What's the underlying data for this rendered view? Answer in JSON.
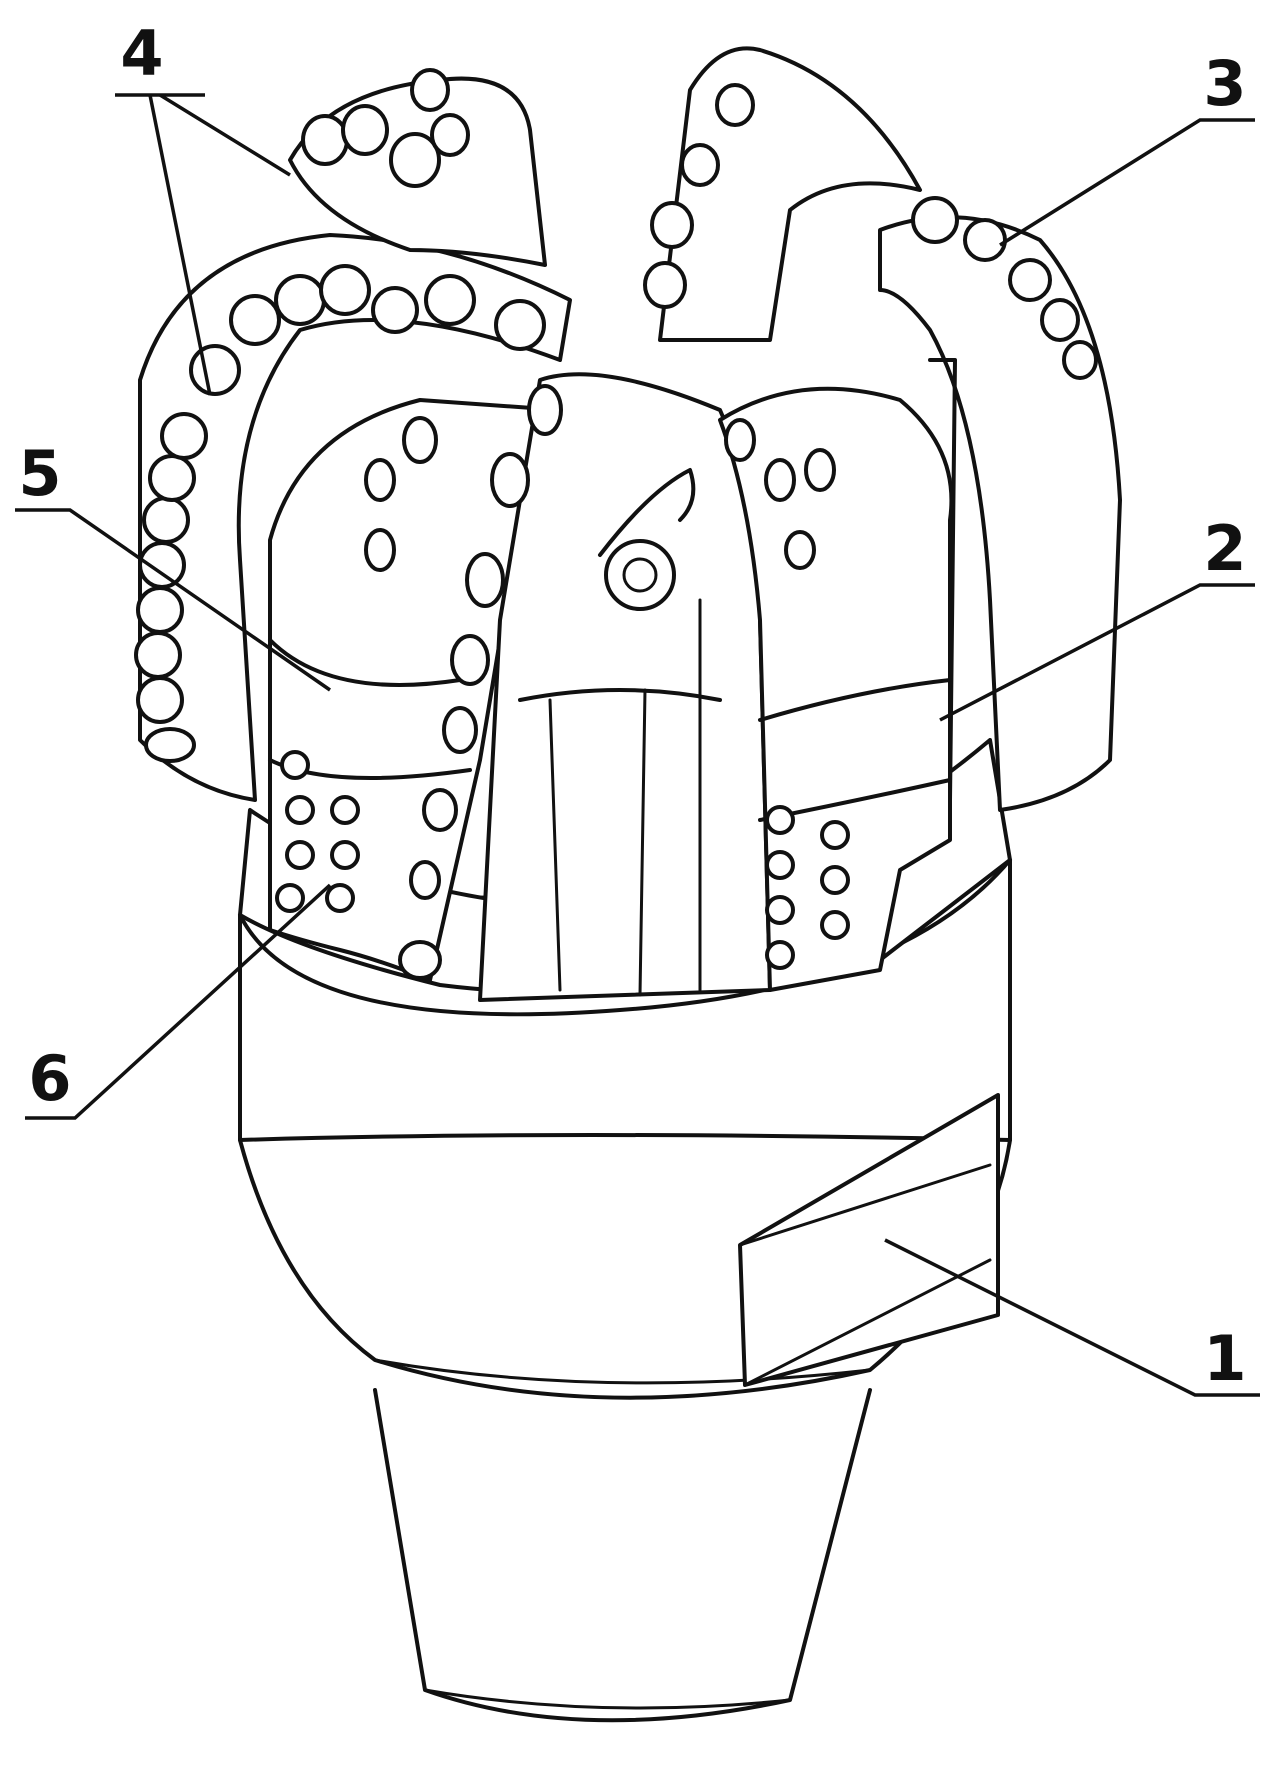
{
  "labels": {
    "n1": "1",
    "n2": "2",
    "n3": "3",
    "n4": "4",
    "n5": "5",
    "n6": "6"
  }
}
